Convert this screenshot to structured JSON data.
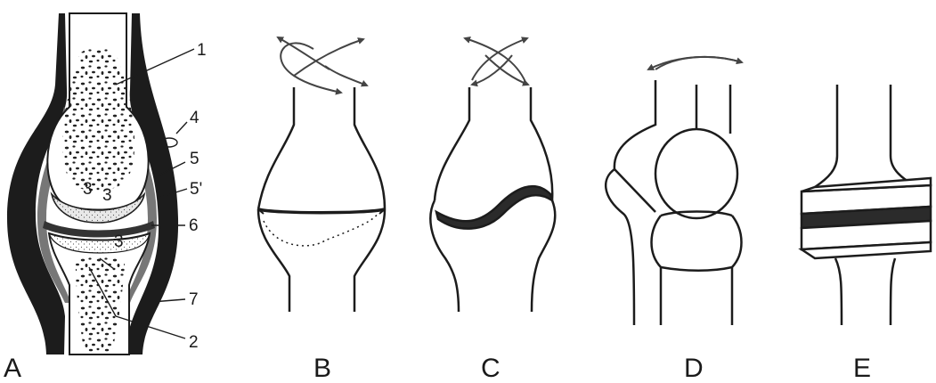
{
  "figure": {
    "callouts": [
      "1",
      "2",
      "3",
      "3",
      "3",
      "4",
      "5",
      "5'",
      "6",
      "7"
    ],
    "panel_labels": [
      "A",
      "B",
      "C",
      "D",
      "E"
    ]
  }
}
